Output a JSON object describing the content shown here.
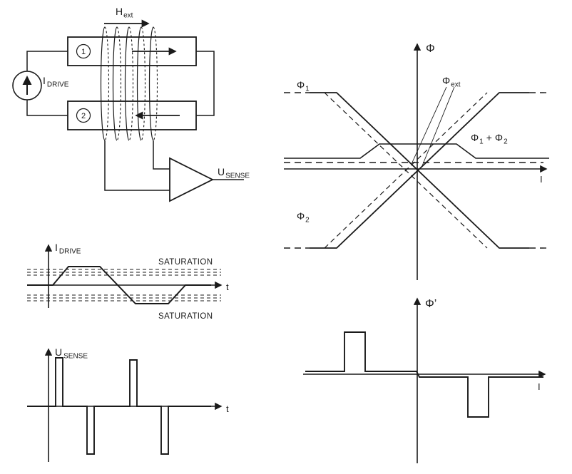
{
  "figure": {
    "colors": {
      "line": "#1a1a1a",
      "background": "#ffffff"
    },
    "circuit": {
      "h_ext": {
        "base": "H",
        "sub": "ext"
      },
      "core1_num": "1",
      "core2_num": "2",
      "i_drive": {
        "base": "I",
        "sub": "DRIVE"
      },
      "u_sense": {
        "base": "U",
        "sub": "SENSE"
      }
    },
    "drive_plot": {
      "y_label": {
        "base": "I",
        "sub": "DRIVE"
      },
      "x_label": "t",
      "saturation_upper": "SATURATION",
      "saturation_lower": "SATURATION"
    },
    "sense_plot": {
      "y_label": {
        "base": "U",
        "sub": "SENSE"
      },
      "x_label": "t"
    },
    "flux_plot": {
      "y_label": "Φ",
      "x_label": "I",
      "phi1": {
        "base": "Φ",
        "sub": "1"
      },
      "phi2": {
        "base": "Φ",
        "sub": "2"
      },
      "phi_ext": {
        "base": "Φ",
        "sub": "ext"
      },
      "phi_sum": {
        "base1": "Φ",
        "sub1": "1",
        "plus": "+",
        "base2": "Φ",
        "sub2": "2"
      }
    },
    "dflux_plot": {
      "y_label": "Φ’",
      "x_label": "I"
    }
  }
}
